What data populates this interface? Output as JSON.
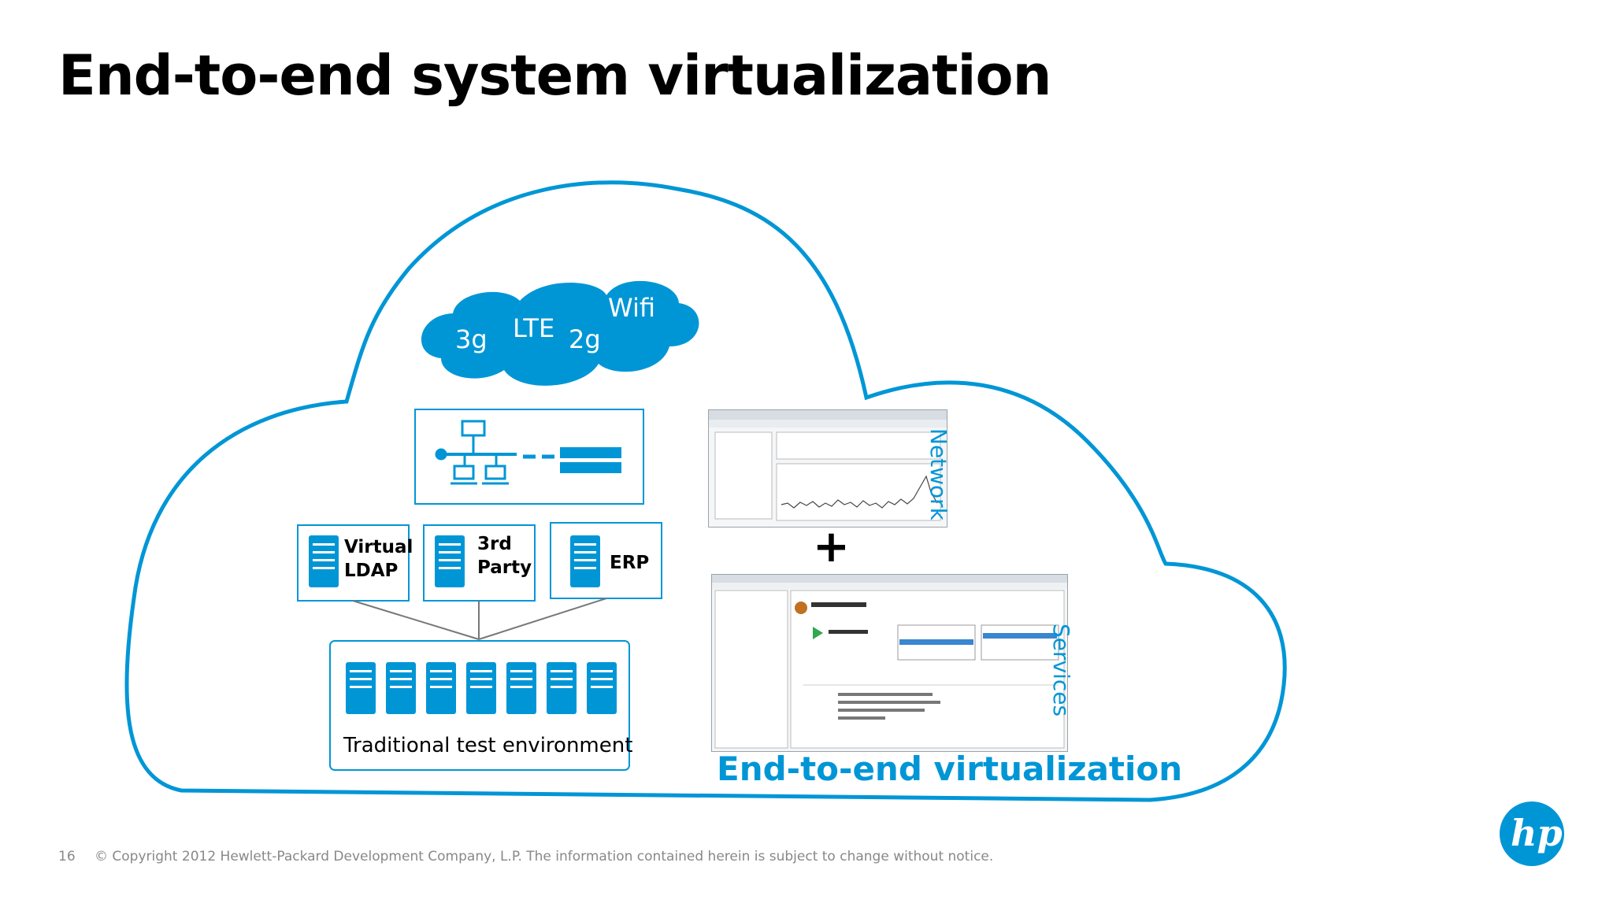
{
  "slide": {
    "title": "End-to-end system virtualization",
    "page_number": "16",
    "copyright": "© Copyright 2012 Hewlett-Packard Development Company, L.P.  The information contained herein is subject to change without notice.",
    "logo_text": "hp"
  },
  "network_cloud": {
    "labels": [
      "3g",
      "LTE",
      "2g",
      "Wifi"
    ]
  },
  "servers": [
    {
      "line1": "Virtual",
      "line2": "LDAP"
    },
    {
      "line1": "3rd",
      "line2": "Party"
    },
    {
      "line1": "ERP",
      "line2": ""
    }
  ],
  "traditional": {
    "label": "Traditional test environment"
  },
  "virtualization": {
    "plus": "+",
    "network_label": "Network",
    "services_label": "Services",
    "caption": "End-to-end virtualization"
  },
  "colors": {
    "accent": "#0096d6",
    "text": "#000000",
    "muted": "#888888"
  },
  "icons": [
    "network-topology-icon",
    "server-icon",
    "hp-logo"
  ]
}
